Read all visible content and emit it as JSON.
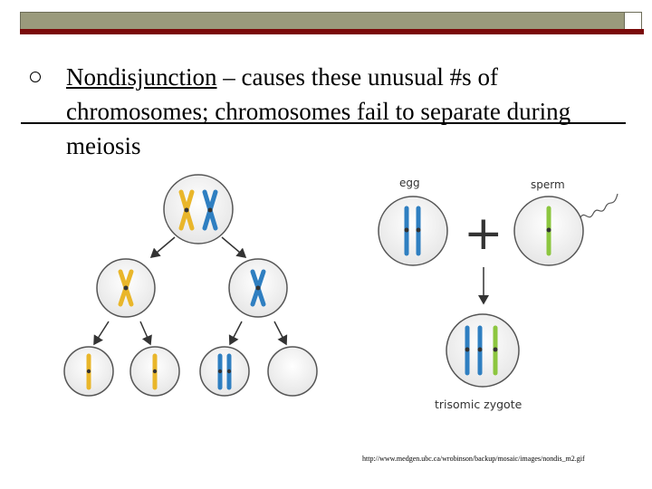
{
  "slide": {
    "bullet_term": "Nondisjunction",
    "bullet_rest": " – causes these unusual #s of chromosomes; chromosomes fail to separate during meiosis"
  },
  "figure": {
    "egg_label": "egg",
    "sperm_label": "sperm",
    "zygote_label": "trisomic zygote",
    "plus_sign": "+"
  },
  "colors": {
    "blue": "#2f7fc1",
    "yellow": "#e9b62a",
    "green": "#8cc63f",
    "dark_red_band": "#7a0a0a",
    "olive_band": "#9a9a7c"
  },
  "source": {
    "url": "http://www.medgen.ubc.ca/wrobinson/backup/mosaic/images/nondis_m2.gif"
  }
}
